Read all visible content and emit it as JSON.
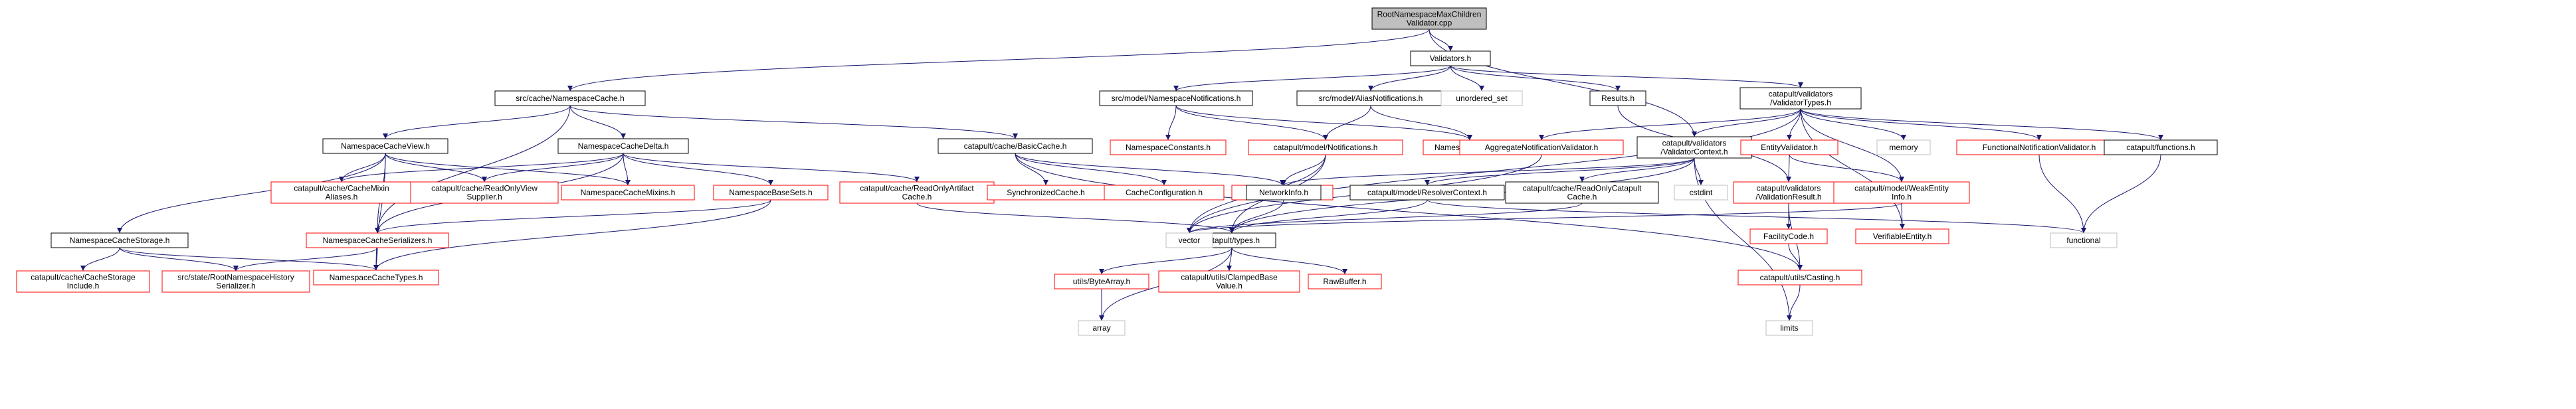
{
  "colors": {
    "edge": "#191970",
    "root_fill": "#bfbfbf",
    "root_border": "#000000",
    "doc_border": "#000000",
    "undoc_border": "#ff0000",
    "external_border": "#bfbfbf",
    "text": "#000000"
  },
  "nodes": [
    {
      "id": "root",
      "lines": [
        "RootNamespaceMaxChildren",
        "Validator.cpp"
      ],
      "style": "root"
    },
    {
      "id": "nscache",
      "lines": [
        "src/cache/NamespaceCache.h"
      ],
      "style": "doc"
    },
    {
      "id": "validators",
      "lines": [
        "Validators.h"
      ],
      "style": "doc"
    },
    {
      "id": "nscacheview",
      "lines": [
        "NamespaceCacheView.h"
      ],
      "style": "doc"
    },
    {
      "id": "nscachedelta",
      "lines": [
        "NamespaceCacheDelta.h"
      ],
      "style": "doc"
    },
    {
      "id": "basiccache",
      "lines": [
        "catapult/cache/BasicCache.h"
      ],
      "style": "doc"
    },
    {
      "id": "nsnotif",
      "lines": [
        "src/model/NamespaceNotifications.h"
      ],
      "style": "doc"
    },
    {
      "id": "aliasnotif",
      "lines": [
        "src/model/AliasNotifications.h"
      ],
      "style": "doc"
    },
    {
      "id": "unorderedset",
      "lines": [
        "unordered_set"
      ],
      "style": "external"
    },
    {
      "id": "results",
      "lines": [
        "Results.h"
      ],
      "style": "doc"
    },
    {
      "id": "validatortypes",
      "lines": [
        "catapult/validators",
        "/ValidatorTypes.h"
      ],
      "style": "doc"
    },
    {
      "id": "nsstorage",
      "lines": [
        "NamespaceCacheStorage.h"
      ],
      "style": "doc"
    },
    {
      "id": "cachemixinaliases",
      "lines": [
        "catapult/cache/CacheMixin",
        "Aliases.h"
      ],
      "style": "undoc"
    },
    {
      "id": "readonlyviewsupplier",
      "lines": [
        "catapult/cache/ReadOnlyView",
        "Supplier.h"
      ],
      "style": "undoc"
    },
    {
      "id": "nsmixins",
      "lines": [
        "NamespaceCacheMixins.h"
      ],
      "style": "undoc"
    },
    {
      "id": "nsbasesets",
      "lines": [
        "NamespaceBaseSets.h"
      ],
      "style": "undoc"
    },
    {
      "id": "readonlyartifact",
      "lines": [
        "catapult/cache/ReadOnlyArtifact",
        "Cache.h"
      ],
      "style": "undoc"
    },
    {
      "id": "synccache",
      "lines": [
        "SynchronizedCache.h"
      ],
      "style": "undoc"
    },
    {
      "id": "cacheconfig",
      "lines": [
        "CacheConfiguration.h"
      ],
      "style": "undoc"
    },
    {
      "id": "cacheconstants",
      "lines": [
        "CacheConstants.h"
      ],
      "style": "undoc"
    },
    {
      "id": "nsconstants",
      "lines": [
        "NamespaceConstants.h"
      ],
      "style": "undoc"
    },
    {
      "id": "modelnotif",
      "lines": [
        "catapult/model/Notifications.h"
      ],
      "style": "undoc"
    },
    {
      "id": "nstypes",
      "lines": [
        "NamespaceTypes.h"
      ],
      "style": "undoc"
    },
    {
      "id": "aggvalidator",
      "lines": [
        "AggregateNotificationValidator.h"
      ],
      "style": "undoc"
    },
    {
      "id": "validatorcontext",
      "lines": [
        "catapult/validators",
        "/ValidatorContext.h"
      ],
      "style": "doc"
    },
    {
      "id": "entityvalidator",
      "lines": [
        "EntityValidator.h"
      ],
      "style": "undoc"
    },
    {
      "id": "memory",
      "lines": [
        "memory"
      ],
      "style": "external"
    },
    {
      "id": "funcnotifvalidator",
      "lines": [
        "FunctionalNotificationValidator.h"
      ],
      "style": "undoc"
    },
    {
      "id": "functions",
      "lines": [
        "catapult/functions.h"
      ],
      "style": "doc"
    },
    {
      "id": "storageinclude",
      "lines": [
        "catapult/cache/CacheStorage",
        "Include.h"
      ],
      "style": "undoc"
    },
    {
      "id": "historyserializer",
      "lines": [
        "src/state/RootNamespaceHistory",
        "Serializer.h"
      ],
      "style": "undoc"
    },
    {
      "id": "nstypescache",
      "lines": [
        "NamespaceCacheTypes.h"
      ],
      "style": "undoc"
    },
    {
      "id": "nsserializers",
      "lines": [
        "NamespaceCacheSerializers.h"
      ],
      "style": "undoc"
    },
    {
      "id": "networkinfo",
      "lines": [
        "NetworkInfo.h"
      ],
      "style": "doc"
    },
    {
      "id": "resolvercontext",
      "lines": [
        "catapult/model/ResolverContext.h"
      ],
      "style": "doc"
    },
    {
      "id": "readonlycatapult",
      "lines": [
        "catapult/cache/ReadOnlyCatapult",
        "Cache.h"
      ],
      "style": "doc"
    },
    {
      "id": "cstdint",
      "lines": [
        "cstdint"
      ],
      "style": "external"
    },
    {
      "id": "validatorresult",
      "lines": [
        "catapult/validators",
        "/ValidationResult.h"
      ],
      "style": "undoc"
    },
    {
      "id": "weakentity",
      "lines": [
        "catapult/model/WeakEntity",
        "Info.h"
      ],
      "style": "undoc"
    },
    {
      "id": "types",
      "lines": [
        "catapult/types.h"
      ],
      "style": "doc"
    },
    {
      "id": "vector",
      "lines": [
        "vector"
      ],
      "style": "external"
    },
    {
      "id": "facilitycode",
      "lines": [
        "FacilityCode.h"
      ],
      "style": "undoc"
    },
    {
      "id": "verifiableentity",
      "lines": [
        "VerifiableEntity.h"
      ],
      "style": "undoc"
    },
    {
      "id": "functional",
      "lines": [
        "functional"
      ],
      "style": "external"
    },
    {
      "id": "bytearray",
      "lines": [
        "utils/ByteArray.h"
      ],
      "style": "undoc"
    },
    {
      "id": "clampedbase",
      "lines": [
        "catapult/utils/ClampedBase",
        "Value.h"
      ],
      "style": "undoc"
    },
    {
      "id": "rawbuffer",
      "lines": [
        "RawBuffer.h"
      ],
      "style": "undoc"
    },
    {
      "id": "casting",
      "lines": [
        "catapult/utils/Casting.h"
      ],
      "style": "undoc"
    },
    {
      "id": "array",
      "lines": [
        "array"
      ],
      "style": "external"
    },
    {
      "id": "limits",
      "lines": [
        "limits"
      ],
      "style": "external"
    }
  ],
  "edges": [
    [
      "root",
      "nscache"
    ],
    [
      "root",
      "validators"
    ],
    [
      "root",
      "validatorcontext"
    ],
    [
      "nscache",
      "nscacheview"
    ],
    [
      "nscache",
      "nscachedelta"
    ],
    [
      "nscache",
      "basiccache"
    ],
    [
      "nscache",
      "nsserializers"
    ],
    [
      "validators",
      "nsnotif"
    ],
    [
      "validators",
      "aliasnotif"
    ],
    [
      "validators",
      "unorderedset"
    ],
    [
      "validators",
      "results"
    ],
    [
      "validators",
      "validatortypes"
    ],
    [
      "nscacheview",
      "nsstorage"
    ],
    [
      "nscacheview",
      "cachemixinaliases"
    ],
    [
      "nscacheview",
      "readonlyviewsupplier"
    ],
    [
      "nscacheview",
      "nsmixins"
    ],
    [
      "nscacheview",
      "nstypescache"
    ],
    [
      "nscacheview",
      "nsserializers"
    ],
    [
      "nscachedelta",
      "cachemixinaliases"
    ],
    [
      "nscachedelta",
      "readonlyviewsupplier"
    ],
    [
      "nscachedelta",
      "nsmixins"
    ],
    [
      "nscachedelta",
      "nsbasesets"
    ],
    [
      "nscachedelta",
      "readonlyartifact"
    ],
    [
      "nscachedelta",
      "nsserializers"
    ],
    [
      "basiccache",
      "synccache"
    ],
    [
      "basiccache",
      "cacheconfig"
    ],
    [
      "basiccache",
      "cacheconstants"
    ],
    [
      "basiccache",
      "casting"
    ],
    [
      "nsnotif",
      "nsconstants"
    ],
    [
      "nsnotif",
      "modelnotif"
    ],
    [
      "nsnotif",
      "nstypes"
    ],
    [
      "aliasnotif",
      "modelnotif"
    ],
    [
      "aliasnotif",
      "nstypes"
    ],
    [
      "results",
      "validatorresult"
    ],
    [
      "validatortypes",
      "aggvalidator"
    ],
    [
      "validatortypes",
      "validatorcontext"
    ],
    [
      "validatortypes",
      "entityvalidator"
    ],
    [
      "validatortypes",
      "memory"
    ],
    [
      "validatortypes",
      "funcnotifvalidator"
    ],
    [
      "validatortypes",
      "functions"
    ],
    [
      "validatortypes",
      "weakentity"
    ],
    [
      "validatortypes",
      "verifiableentity"
    ],
    [
      "validatortypes",
      "vector"
    ],
    [
      "nsstorage",
      "storageinclude"
    ],
    [
      "nsstorage",
      "historyserializer"
    ],
    [
      "nsstorage",
      "nstypescache"
    ],
    [
      "nsbasesets",
      "nsserializers"
    ],
    [
      "nsbasesets",
      "nstypescache"
    ],
    [
      "readonlyartifact",
      "types"
    ],
    [
      "modelnotif",
      "networkinfo"
    ],
    [
      "modelnotif",
      "types"
    ],
    [
      "modelnotif",
      "vector"
    ],
    [
      "aggvalidator",
      "vector"
    ],
    [
      "validatorcontext",
      "networkinfo"
    ],
    [
      "validatorcontext",
      "resolvercontext"
    ],
    [
      "validatorcontext",
      "readonlycatapult"
    ],
    [
      "validatorcontext",
      "cstdint"
    ],
    [
      "validatorcontext",
      "types"
    ],
    [
      "validatorcontext",
      "limits"
    ],
    [
      "entityvalidator",
      "validatorresult"
    ],
    [
      "entityvalidator",
      "weakentity"
    ],
    [
      "funcnotifvalidator",
      "functional"
    ],
    [
      "functions",
      "functional"
    ],
    [
      "nsserializers",
      "historyserializer"
    ],
    [
      "nsserializers",
      "nstypescache"
    ],
    [
      "networkinfo",
      "types"
    ],
    [
      "resolvercontext",
      "types"
    ],
    [
      "resolvercontext",
      "functional"
    ],
    [
      "readonlycatapult",
      "vector"
    ],
    [
      "validatorresult",
      "facilitycode"
    ],
    [
      "validatorresult",
      "casting"
    ],
    [
      "weakentity",
      "verifiableentity"
    ],
    [
      "weakentity",
      "vector"
    ],
    [
      "facilitycode",
      "casting"
    ],
    [
      "types",
      "bytearray"
    ],
    [
      "types",
      "clampedbase"
    ],
    [
      "types",
      "rawbuffer"
    ],
    [
      "types",
      "array"
    ],
    [
      "bytearray",
      "array"
    ],
    [
      "casting",
      "limits"
    ]
  ]
}
